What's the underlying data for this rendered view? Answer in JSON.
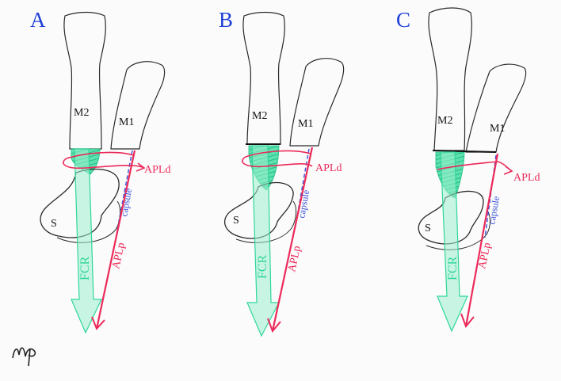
{
  "colors": {
    "letter": "#1f3fd6",
    "outline": "#2a2a2a",
    "green": "#2fd69a",
    "red": "#ec2a5a",
    "blue": "#3a52d8"
  },
  "labels": {
    "m2": "M2",
    "m1": "M1",
    "s": "S",
    "fcr": "FCR",
    "apld": "APLd",
    "aplp": "APLp",
    "capsule": "capsule"
  },
  "panels": [
    {
      "letter": "A"
    },
    {
      "letter": "B"
    },
    {
      "letter": "C"
    }
  ],
  "signature": "signature"
}
